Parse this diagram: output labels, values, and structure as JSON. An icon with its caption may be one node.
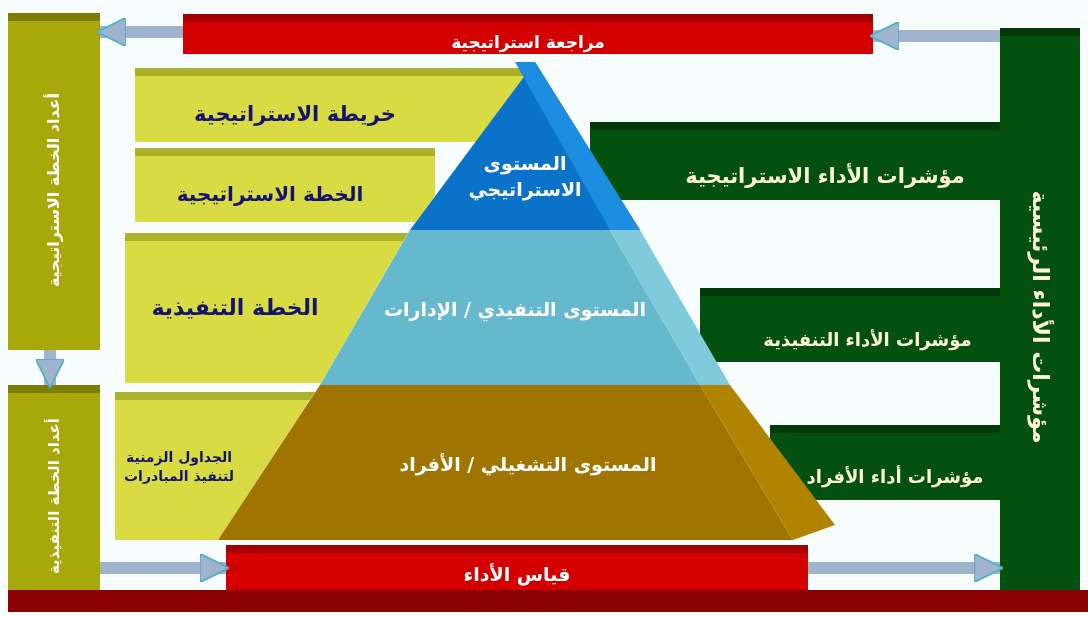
{
  "diagram": {
    "nodes": [
      {
        "text": [
          "مراجعة استراتيجية"
        ]
      },
      {
        "text": [
          "أعداد الخطة الاستراتيجية"
        ]
      },
      {
        "text": [
          "أعداد الخطة التنفيذية"
        ]
      },
      {
        "text": [
          "خريطة الاستراتيجية"
        ]
      },
      {
        "text": [
          "الخطة الاستراتيجية"
        ]
      },
      {
        "text": [
          "الخطة التنفيذية"
        ]
      },
      {
        "text": [
          "الجداول الزمنية لتنفيذ المبادرات"
        ]
      },
      {
        "text": [
          "المستوى الاستراتيجي"
        ]
      },
      {
        "text": [
          "المستوى التنفيذي / الإدارات"
        ]
      },
      {
        "text": [
          "المستوى التشغيلي / الأفراد"
        ]
      },
      {
        "text": [
          "مؤشرات الأداء الاستراتيجية"
        ]
      },
      {
        "text": [
          "مؤشرات الأداء التنفيذية"
        ]
      },
      {
        "text": [
          "مؤشرات أداء الأفراد"
        ]
      },
      {
        "text": [
          "مؤشرات الأداء الرئيسية"
        ]
      },
      {
        "text": [
          "قياس الأداء"
        ]
      },
      {
        "text": [],
        "shape": "bar"
      }
    ],
    "edges": [
      {
        "from": 13,
        "to": 0,
        "arrow": "to"
      },
      {
        "from": 0,
        "to": 1,
        "arrow": "to"
      },
      {
        "from": 1,
        "to": 2,
        "arrow": "to"
      },
      {
        "from": 2,
        "to": 14,
        "arrow": "to"
      },
      {
        "from": 14,
        "to": 13,
        "arrow": "to"
      }
    ]
  }
}
